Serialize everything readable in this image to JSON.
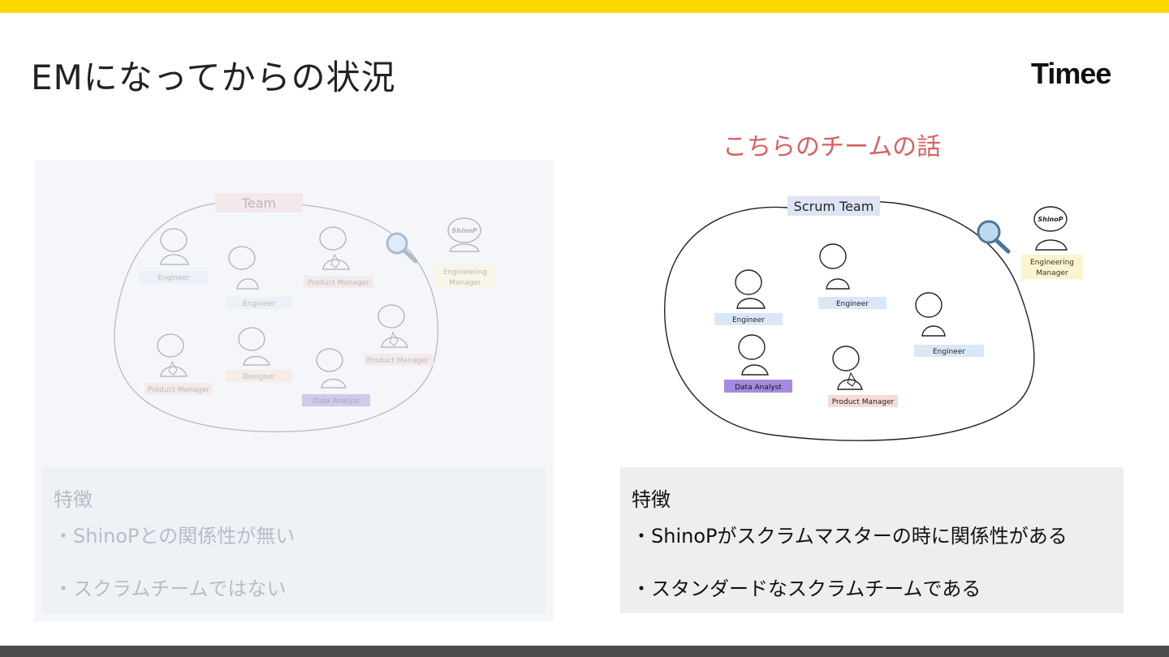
{
  "slide": {
    "title": "EMになってからの状況",
    "logo": "Timee",
    "subtitle": "こちらのチームの話",
    "colors": {
      "top_bar": "#ffd700",
      "bottom_bar": "#4d4d4d",
      "subtitle": "#d96060"
    }
  },
  "left_diagram": {
    "team_label": "Team",
    "shinop_badge": "ShinoP",
    "em_label_line1": "Engineering",
    "em_label_line2": "Manager",
    "members": [
      {
        "label": "Engineer"
      },
      {
        "label": "Engineer"
      },
      {
        "label": "Product Manager"
      },
      {
        "label": "Product Manager"
      },
      {
        "label": "Product Manager"
      },
      {
        "label": "Designer"
      },
      {
        "label": "Data Analyst"
      }
    ]
  },
  "right_diagram": {
    "team_label": "Scrum Team",
    "shinop_badge": "ShinoP",
    "em_label_line1": "Engineering",
    "em_label_line2": "Manager",
    "members": [
      {
        "label": "Engineer"
      },
      {
        "label": "Engineer"
      },
      {
        "label": "Engineer"
      },
      {
        "label": "Data Analyst"
      },
      {
        "label": "Product Manager"
      }
    ]
  },
  "left_info": {
    "heading": "特徴",
    "items": [
      "・ShinoPとの関係性が無い",
      "・スクラムチームではない"
    ]
  },
  "right_info": {
    "heading": "特徴",
    "items": [
      "・ShinoPがスクラムマスターの時に関係性がある",
      "・スタンダードなスクラムチームである"
    ]
  }
}
